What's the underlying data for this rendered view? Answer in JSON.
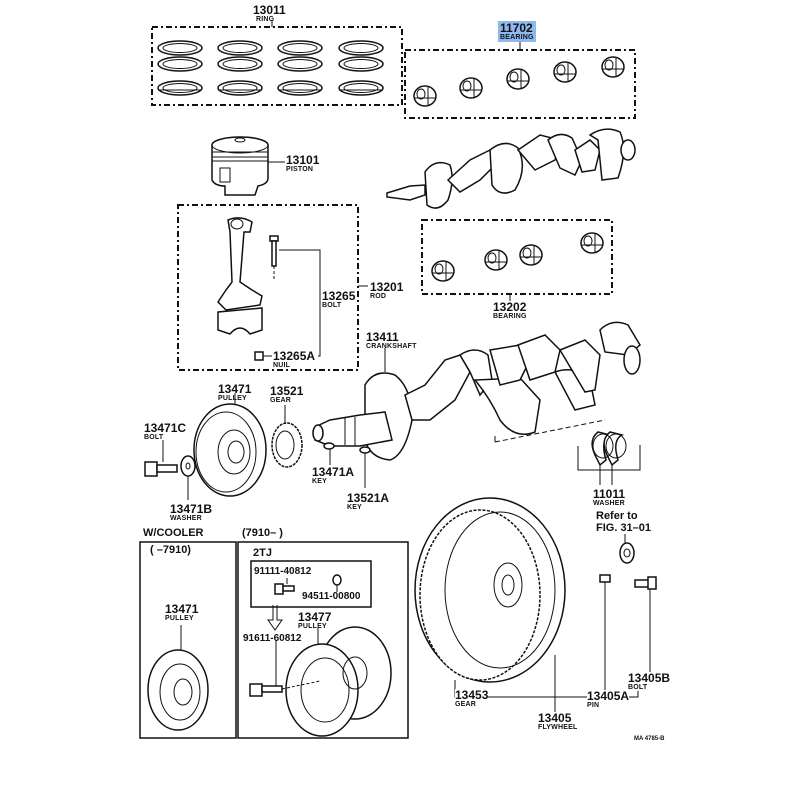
{
  "diagram": {
    "highlight_color": "#8fb8ee",
    "parts": {
      "ring": {
        "number": "13011",
        "name": "RING"
      },
      "bearing_main": {
        "number": "11702",
        "name": "BEARING",
        "highlighted": true
      },
      "piston": {
        "number": "13101",
        "name": "PISTON"
      },
      "rod": {
        "number": "13201",
        "name": "ROD"
      },
      "rod_bolt": {
        "number": "13265",
        "name": "BOLT"
      },
      "rod_nut": {
        "number": "13265A",
        "name": "NUIL"
      },
      "bearing_rod": {
        "number": "13202",
        "name": "BEARING"
      },
      "crankshaft": {
        "number": "13411",
        "name": "CRANKSHAFT"
      },
      "pulley": {
        "number": "13471",
        "name": "PULLEY"
      },
      "gear": {
        "number": "13521",
        "name": "GEAR"
      },
      "pulley_bolt": {
        "number": "13471C",
        "name": "BOLT"
      },
      "pulley_washer": {
        "number": "13471B",
        "name": "WASHER"
      },
      "pulley_key": {
        "number": "13471A",
        "name": "KEY"
      },
      "gear_key": {
        "number": "13521A",
        "name": "KEY"
      },
      "thrust_washer": {
        "number": "11011",
        "name": "WASHER"
      },
      "cooler_pulley": {
        "number": "13471",
        "name": "PULLEY"
      },
      "pulley_2tj": {
        "number": "13477",
        "name": "PULLEY"
      },
      "flywheel_gear": {
        "number": "13453",
        "name": "GEAR"
      },
      "flywheel": {
        "number": "13405",
        "name": "FLYWHEEL"
      },
      "flywheel_pin": {
        "number": "13405A",
        "name": "PIN"
      },
      "flywheel_bolt": {
        "number": "13405B",
        "name": "BOLT"
      }
    },
    "refer_to": [
      "Refer to",
      "FIG. 31–01"
    ],
    "cooler_section": {
      "title": "W/COOLER",
      "range_new": "(7910–        )",
      "range_old": "(        –7910)",
      "engine": "2TJ",
      "bolt_part": "91111-40812",
      "washer_part": "94511-00800",
      "pulley_bolt_part": "91611-60812"
    },
    "figure_code": "MA 4785-B"
  }
}
